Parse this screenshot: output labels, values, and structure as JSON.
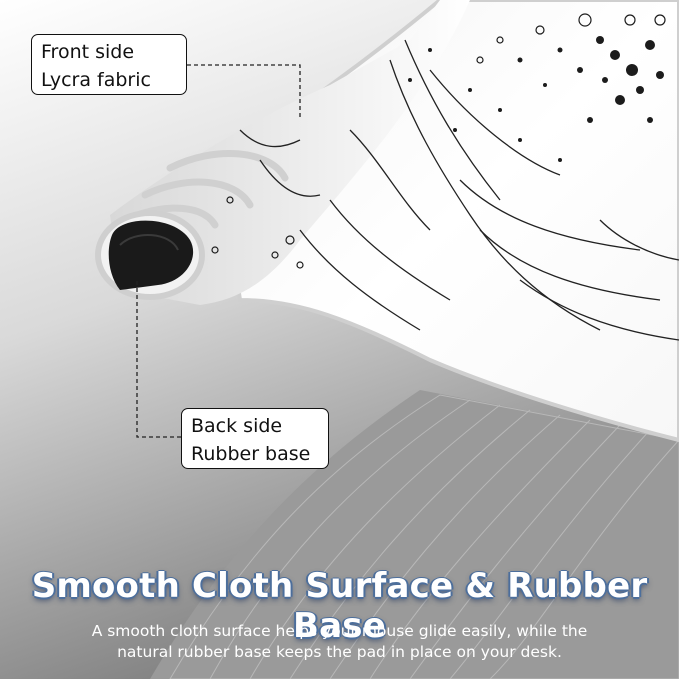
{
  "callouts": {
    "front": {
      "line1": "Front side",
      "line2": "Lycra fabric"
    },
    "back": {
      "line1": "Back side",
      "line2": "Rubber base"
    }
  },
  "headline": "Smooth Cloth Surface & Rubber Base",
  "description": {
    "line1": "A smooth cloth surface helps your mouse glide easily, while the",
    "line2": "natural rubber base keeps the pad in place on your desk."
  },
  "colors": {
    "background_light": "#ffffff",
    "background_dark": "#8d8d8d",
    "headline_outline": "#4d6f9c",
    "rubber_base": "#1a1a1a",
    "pad_edge_stitching": "#d2d2d2"
  }
}
